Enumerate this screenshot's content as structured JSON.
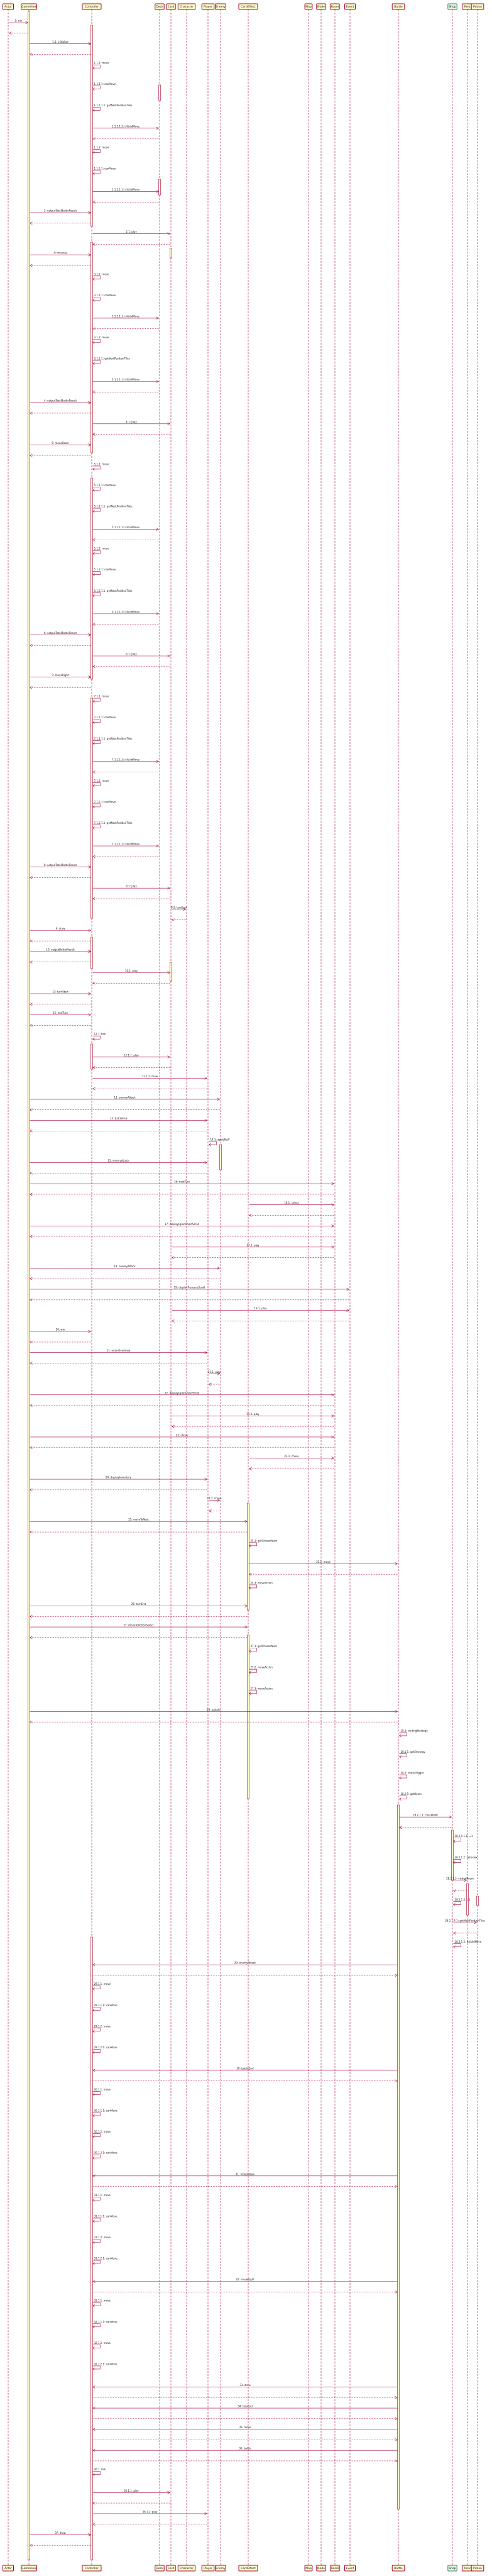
{
  "participants": [
    {
      "id": "actor",
      "label": "Actor"
    },
    {
      "id": "gameView",
      "label": "GameView"
    },
    {
      "id": "controller",
      "label": "Controller"
    },
    {
      "id": "deck",
      "label": "Deck"
    },
    {
      "id": "card",
      "label": "Card"
    },
    {
      "id": "character",
      "label": "Character"
    },
    {
      "id": "player",
      "label": "Player"
    },
    {
      "id": "enemy",
      "label": "Enemy"
    },
    {
      "id": "cardEffect",
      "label": "CardEffect"
    },
    {
      "id": "map",
      "label": "Map"
    },
    {
      "id": "node",
      "label": "Node"
    },
    {
      "id": "room",
      "label": "Room"
    },
    {
      "id": "event",
      "label": "Event"
    },
    {
      "id": "battle",
      "label": "Battle"
    },
    {
      "id": "shop",
      "label": "Shop"
    },
    {
      "id": "relic",
      "label": "Relic"
    },
    {
      "id": "potion",
      "label": "Potion"
    }
  ],
  "green_participant": "shop",
  "messages": [
    {
      "text": "1: run",
      "from": "actor",
      "to": "gameView"
    },
    {
      "text": "1.1: initialize",
      "from": "gameView",
      "to": "controller"
    },
    {
      "text": "1.1.1: move",
      "from": "controller",
      "to": "controller"
    },
    {
      "text": "1.1.1.1: canMove",
      "from": "controller",
      "to": "controller"
    },
    {
      "text": "1.1.1.1.1: getNextPositionTiles",
      "from": "controller",
      "to": "controller"
    },
    {
      "text": "1.1.1.1.2: isValidMove",
      "from": "controller",
      "to": "deck"
    },
    {
      "text": "1.1.2: move",
      "from": "controller",
      "to": "controller"
    },
    {
      "text": "1.1.2.1: canMove",
      "from": "controller",
      "to": "controller"
    },
    {
      "text": "1.1.2.1.1: isValidMove",
      "from": "controller",
      "to": "deck"
    },
    {
      "text": "2: outputTotalBattleResult",
      "from": "gameView",
      "to": "controller"
    },
    {
      "text": "2.1: play",
      "from": "controller",
      "to": "card"
    },
    {
      "text": "3: moveUp",
      "from": "gameView",
      "to": "controller"
    },
    {
      "text": "3.1.1: move",
      "from": "controller",
      "to": "controller"
    },
    {
      "text": "3.1.1.1: canMove",
      "from": "controller",
      "to": "controller"
    },
    {
      "text": "3.1.1.1.1: isValidMove",
      "from": "controller",
      "to": "deck"
    },
    {
      "text": "3.1.2: move",
      "from": "controller",
      "to": "controller"
    },
    {
      "text": "3.1.2.1: getNextPositionTiles",
      "from": "controller",
      "to": "controller"
    },
    {
      "text": "3.1.2.1.1: isValidMove",
      "from": "controller",
      "to": "deck"
    },
    {
      "text": "4: outputTotalBattleResult",
      "from": "gameView",
      "to": "controller"
    },
    {
      "text": "4.1: play",
      "from": "controller",
      "to": "card"
    },
    {
      "text": "5: moveDown",
      "from": "gameView",
      "to": "controller"
    },
    {
      "text": "5.1.1: move",
      "from": "controller",
      "to": "controller"
    },
    {
      "text": "5.1.1.1: canMove",
      "from": "controller",
      "to": "controller"
    },
    {
      "text": "5.1.1.1.1: getNextPositionTiles",
      "from": "controller",
      "to": "controller"
    },
    {
      "text": "5.1.1.1.2: isValidMove",
      "from": "controller",
      "to": "deck"
    },
    {
      "text": "5.1.2: move",
      "from": "controller",
      "to": "controller"
    },
    {
      "text": "5.1.2.1: canMove",
      "from": "controller",
      "to": "controller"
    },
    {
      "text": "5.1.2.1.1: getNextPositionTiles",
      "from": "controller",
      "to": "controller"
    },
    {
      "text": "5.1.2.1.2: isValidMove",
      "from": "controller",
      "to": "deck"
    },
    {
      "text": "6: outputTotalBattleResult",
      "from": "gameView",
      "to": "controller"
    },
    {
      "text": "6.1: play",
      "from": "controller",
      "to": "card"
    },
    {
      "text": "7: moveRight",
      "from": "gameView",
      "to": "controller"
    },
    {
      "text": "7.1.1: move",
      "from": "controller",
      "to": "controller"
    },
    {
      "text": "7.1.1.1: canMove",
      "from": "controller",
      "to": "controller"
    },
    {
      "text": "7.1.1.1.1: getNextPositionTiles",
      "from": "controller",
      "to": "controller"
    },
    {
      "text": "7.1.1.1.2: isValidMove",
      "from": "controller",
      "to": "deck"
    },
    {
      "text": "7.1.2: move",
      "from": "controller",
      "to": "controller"
    },
    {
      "text": "7.1.2.1: canMove",
      "from": "controller",
      "to": "controller"
    },
    {
      "text": "7.1.2.1.1: getNextPositionTiles",
      "from": "controller",
      "to": "controller"
    },
    {
      "text": "7.1.2.1.2: isValidMove",
      "from": "controller",
      "to": "deck"
    },
    {
      "text": "8: outputTotalBattleResult",
      "from": "gameView",
      "to": "controller"
    },
    {
      "text": "8.1: play",
      "from": "controller",
      "to": "card"
    },
    {
      "text": "8.2: turnEnd",
      "from": "card",
      "to": "character"
    },
    {
      "text": "9: draw",
      "from": "gameView",
      "to": "controller"
    },
    {
      "text": "10: outputBattleResult",
      "from": "gameView",
      "to": "controller"
    },
    {
      "text": "10.1: play",
      "from": "controller",
      "to": "card"
    },
    {
      "text": "11: turnStart",
      "from": "gameView",
      "to": "controller"
    },
    {
      "text": "12: endTurn",
      "from": "gameView",
      "to": "controller"
    },
    {
      "text": "12.1: tick",
      "from": "controller",
      "to": "controller"
    },
    {
      "text": "12.1.1: play",
      "from": "controller",
      "to": "card"
    },
    {
      "text": "12.1.2: draw",
      "from": "controller",
      "to": "player"
    },
    {
      "text": "13: enemyAttack",
      "from": "gameView",
      "to": "enemy"
    },
    {
      "text": "14: battleEnd",
      "from": "gameView",
      "to": "player"
    },
    {
      "text": "14.1: applyBuff",
      "from": "player",
      "to": "player"
    },
    {
      "text": "15: enemyAttack",
      "from": "gameView",
      "to": "player"
    },
    {
      "text": "16: nextTurn",
      "from": "gameView",
      "to": "room"
    },
    {
      "text": "16.1: select",
      "from": "cardEffect",
      "to": "room"
    },
    {
      "text": "17: displayOpenChestScroll",
      "from": "gameView",
      "to": "room"
    },
    {
      "text": "17.1: play",
      "from": "card",
      "to": "room"
    },
    {
      "text": "18: enemyAttack",
      "from": "gameView",
      "to": "enemy"
    },
    {
      "text": "19: displayTreasureScroll",
      "from": "gameView",
      "to": "event"
    },
    {
      "text": "19.1: play",
      "from": "card",
      "to": "event"
    },
    {
      "text": "20: win",
      "from": "gameView",
      "to": "controller"
    },
    {
      "text": "21: enterOverView",
      "from": "gameView",
      "to": "player"
    },
    {
      "text": "21.1: play",
      "from": "player",
      "to": "enemy"
    },
    {
      "text": "22: displayOpenChestScroll",
      "from": "gameView",
      "to": "room"
    },
    {
      "text": "22.1: play",
      "from": "card",
      "to": "room"
    },
    {
      "text": "23: chose",
      "from": "gameView",
      "to": "room"
    },
    {
      "text": "23.1: chose",
      "from": "cardEffect",
      "to": "room"
    },
    {
      "text": "24: displayInventory",
      "from": "gameView",
      "to": "player"
    },
    {
      "text": "24.1: chose",
      "from": "player",
      "to": "enemy"
    },
    {
      "text": "25: moveToNext",
      "from": "gameView",
      "to": "cardEffect"
    },
    {
      "text": "25.1: getChosenNum",
      "from": "cardEffect",
      "to": "cardEffect"
    },
    {
      "text": "25.2: move",
      "from": "cardEffect",
      "to": "battle"
    },
    {
      "text": "25.3: moveAction",
      "from": "cardEffect",
      "to": "cardEffect"
    },
    {
      "text": "26: turnEnd",
      "from": "gameView",
      "to": "cardEffect"
    },
    {
      "text": "27: moveToActionSelect",
      "from": "gameView",
      "to": "cardEffect"
    },
    {
      "text": "27.1: getChosenNum",
      "from": "cardEffect",
      "to": "cardEffect"
    },
    {
      "text": "27.2: moveAction",
      "from": "cardEffect",
      "to": "cardEffect"
    },
    {
      "text": "27.3: moveAction",
      "from": "cardEffect",
      "to": "cardEffect"
    },
    {
      "text": "28: update",
      "from": "gameView",
      "to": "battle"
    },
    {
      "text": "28.1: visitingStrategy",
      "from": "battle",
      "to": "battle"
    },
    {
      "text": "28.1.1: getStrategy",
      "from": "battle",
      "to": "battle"
    },
    {
      "text": "28.2: choseTrigger",
      "from": "battle",
      "to": "battle"
    },
    {
      "text": "28.2.1: getRoom",
      "from": "battle",
      "to": "battle"
    },
    {
      "text": "28.2.1.1: checkPath",
      "from": "battle",
      "to": "shop"
    },
    {
      "text": "28.2.1.1.1: =1",
      "from": "shop",
      "to": "shop"
    },
    {
      "text": "28.2.1.2: setIndex",
      "from": "shop",
      "to": "shop"
    },
    {
      "text": "28.2.1.3: visitedRoom",
      "from": "shop",
      "to": "relic"
    },
    {
      "text": "28.2.1.4: =1",
      "from": "shop",
      "to": "shop"
    },
    {
      "text": "28.2.1.4.1: getNextPositionTiles",
      "from": "shop",
      "to": "potion"
    },
    {
      "text": "28.2.1.5: isValidMove",
      "from": "shop",
      "to": "shop"
    },
    {
      "text": "29: enemyAttack",
      "from": "battle",
      "to": "controller"
    },
    {
      "text": "29.1.1: move",
      "from": "controller",
      "to": "controller"
    },
    {
      "text": "29.1.1.1: canMove",
      "from": "controller",
      "to": "controller"
    },
    {
      "text": "29.1.2: move",
      "from": "controller",
      "to": "controller"
    },
    {
      "text": "29.1.2.1: canMove",
      "from": "controller",
      "to": "controller"
    },
    {
      "text": "30: battleEnd",
      "from": "battle",
      "to": "controller"
    },
    {
      "text": "30.1.1: move",
      "from": "controller",
      "to": "controller"
    },
    {
      "text": "30.1.1.1: canMove",
      "from": "controller",
      "to": "controller"
    },
    {
      "text": "30.1.2: move",
      "from": "controller",
      "to": "controller"
    },
    {
      "text": "30.1.2.1: canMove",
      "from": "controller",
      "to": "controller"
    },
    {
      "text": "31: moveDown",
      "from": "battle",
      "to": "controller"
    },
    {
      "text": "31.1.1: move",
      "from": "controller",
      "to": "controller"
    },
    {
      "text": "31.1.1.1: canMove",
      "from": "controller",
      "to": "controller"
    },
    {
      "text": "31.1.2: move",
      "from": "controller",
      "to": "controller"
    },
    {
      "text": "31.1.2.1: canMove",
      "from": "controller",
      "to": "controller"
    },
    {
      "text": "32: moveRight",
      "from": "battle",
      "to": "controller"
    },
    {
      "text": "32.1.1: move",
      "from": "controller",
      "to": "controller"
    },
    {
      "text": "32.1.1.1: canMove",
      "from": "controller",
      "to": "controller"
    },
    {
      "text": "32.1.2: move",
      "from": "controller",
      "to": "controller"
    },
    {
      "text": "32.1.2.1: canMove",
      "from": "controller",
      "to": "controller"
    },
    {
      "text": "33: draw",
      "from": "battle",
      "to": "controller"
    },
    {
      "text": "34: turnEnd",
      "from": "battle",
      "to": "controller"
    },
    {
      "text": "35: move",
      "from": "battle",
      "to": "controller"
    },
    {
      "text": "36: battle",
      "from": "battle",
      "to": "controller"
    },
    {
      "text": "36.1: tick",
      "from": "controller",
      "to": "controller"
    },
    {
      "text": "36.1.1: play",
      "from": "controller",
      "to": "card"
    },
    {
      "text": "36.1.2: play",
      "from": "controller",
      "to": "player"
    },
    {
      "text": "37: draw",
      "from": "gameView",
      "to": "controller"
    }
  ]
}
